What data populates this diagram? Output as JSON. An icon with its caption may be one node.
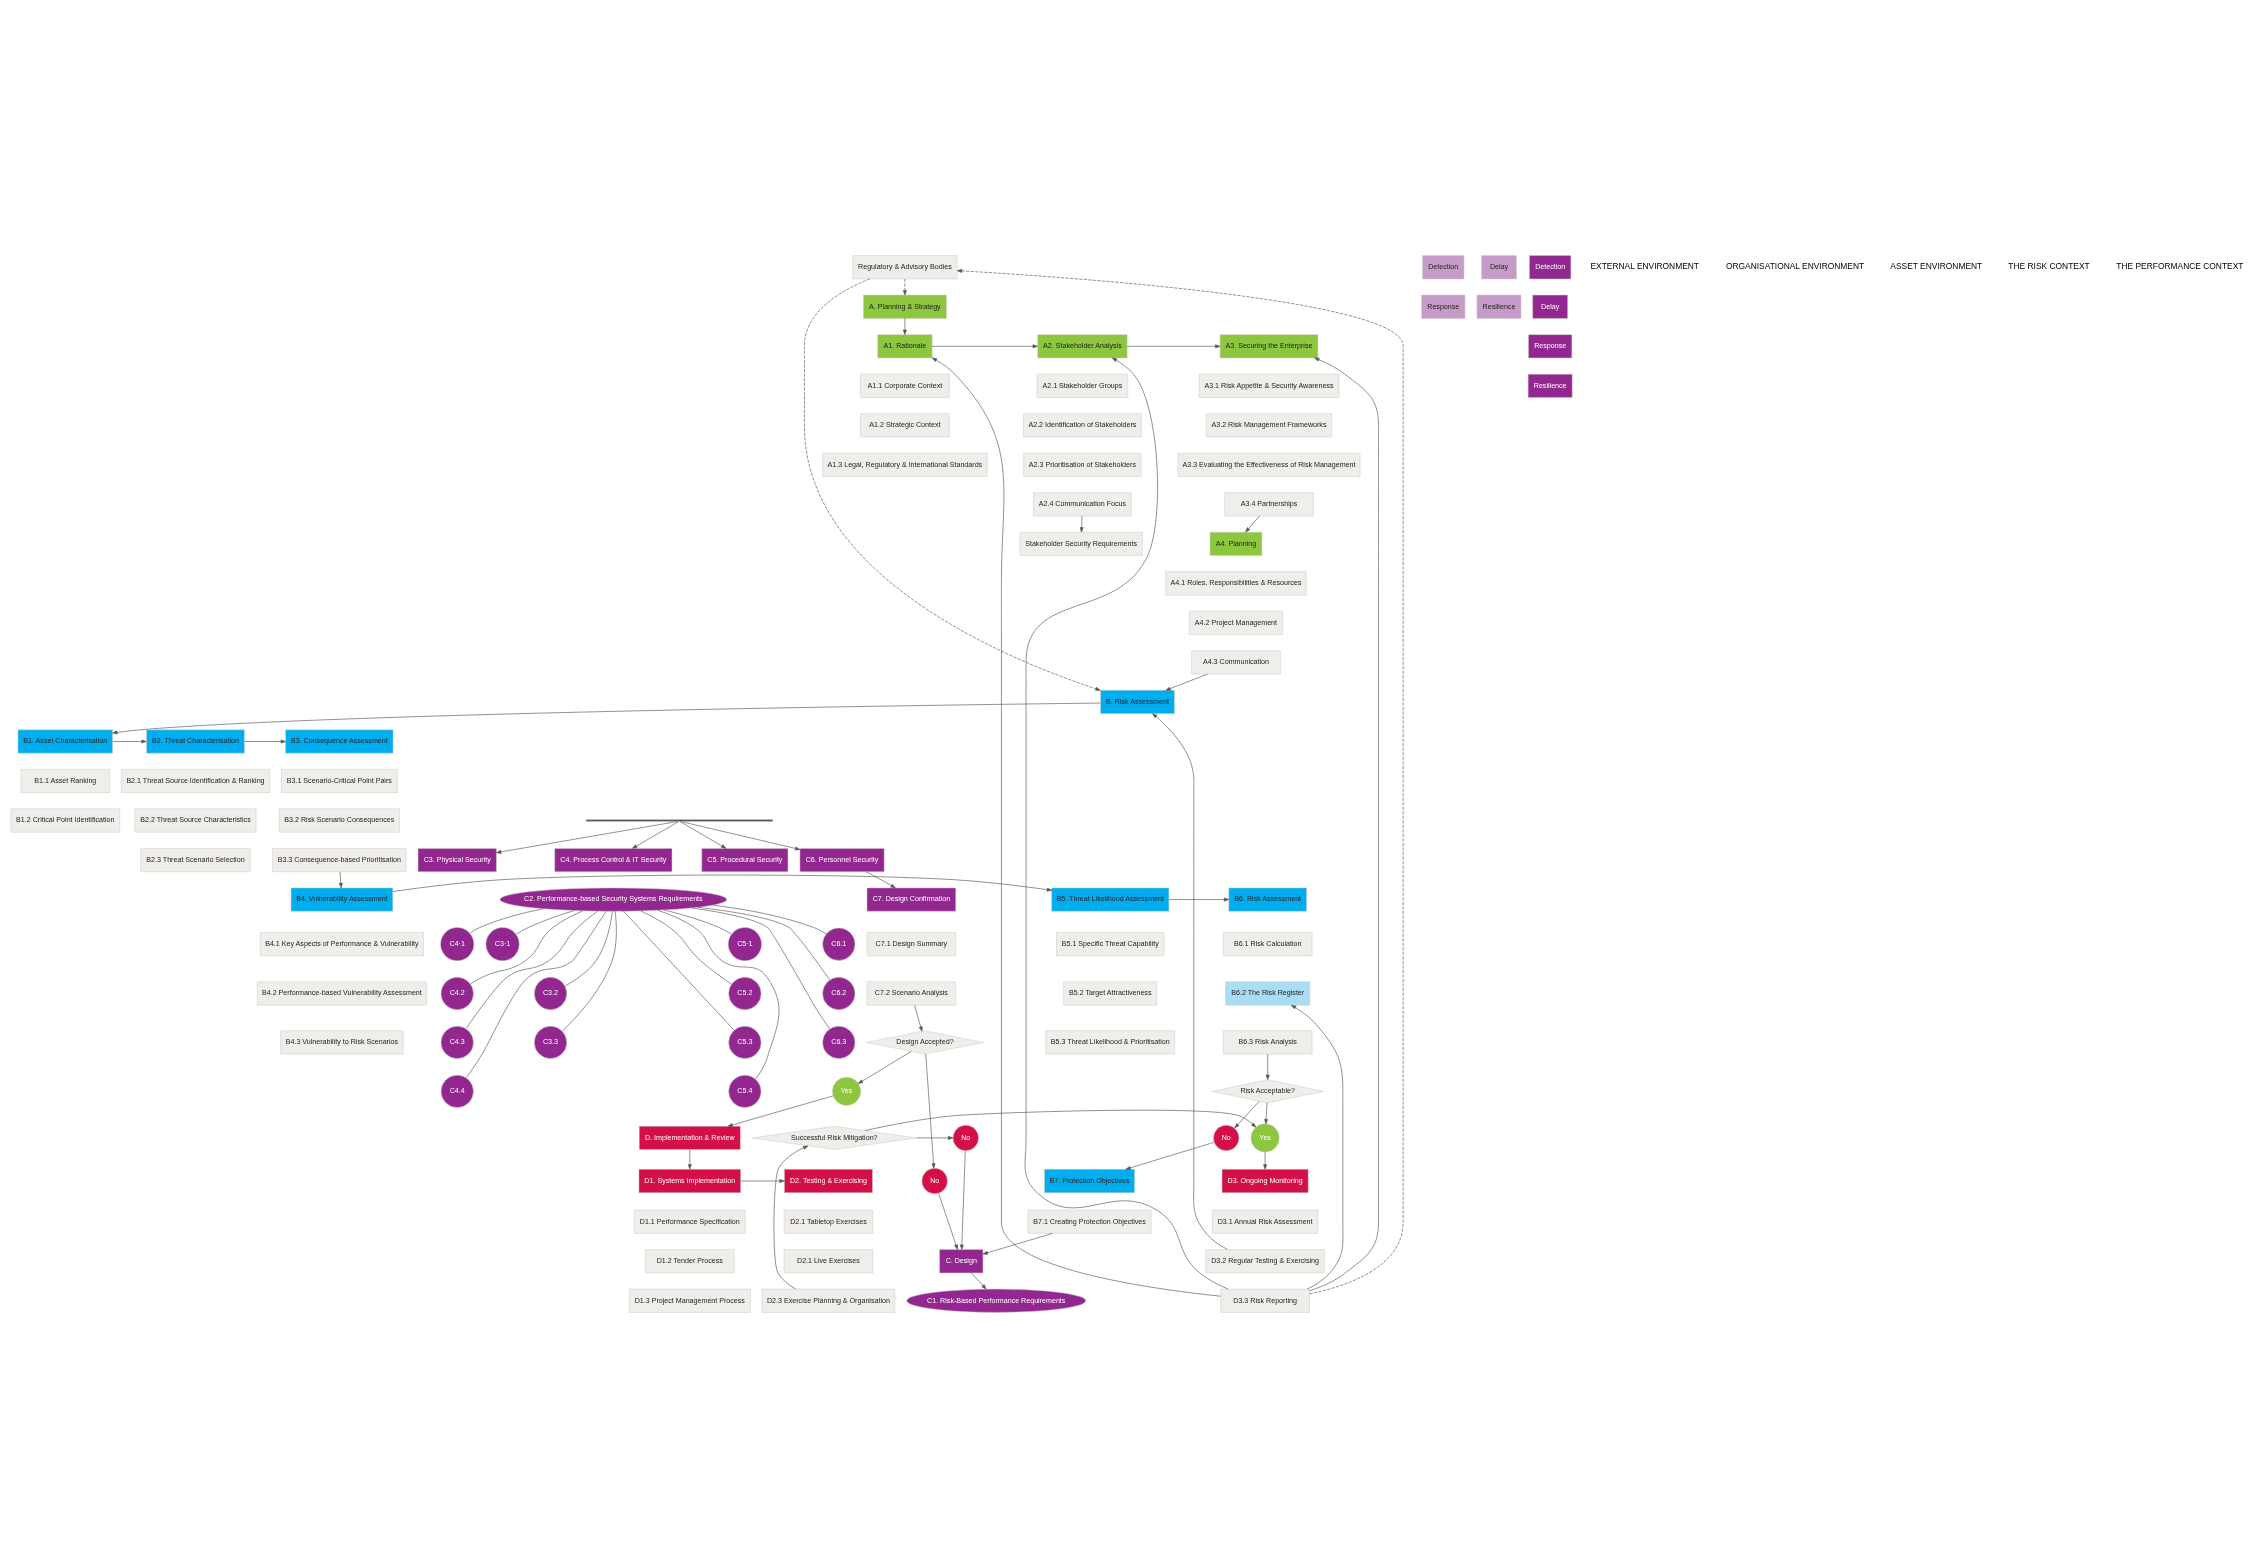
{
  "diagram": {
    "nodes": [
      {
        "text": [
          "Regulatory & Advisory Bodies"
        ]
      },
      {
        "text": [
          "A. Planning & Strategy"
        ]
      },
      {
        "text": [
          "A1. Rationale"
        ]
      },
      {
        "text": [
          "A1.1 Corporate Context"
        ]
      },
      {
        "text": [
          "A1.2 Strategic Context"
        ]
      },
      {
        "text": [
          "A1.3 Legal, Regulatory & International Standards"
        ]
      },
      {
        "text": [
          "A2. Stakeholder Analysis"
        ]
      },
      {
        "text": [
          "A2.1 Stakeholder Groups"
        ]
      },
      {
        "text": [
          "A2.2 Identification of Stakeholders"
        ]
      },
      {
        "text": [
          "A2.3 Prioritisation of Stakeholders"
        ]
      },
      {
        "text": [
          "A2.4 Communication Focus"
        ]
      },
      {
        "text": [
          "A3. Securing the Enterprise"
        ]
      },
      {
        "text": [
          "A3.1 Risk Appetite & Security Awareness"
        ]
      },
      {
        "text": [
          "A3.2 Risk Management Frameworks"
        ]
      },
      {
        "text": [
          "A3.3 Evaluating the Effectiveness of Risk Management"
        ]
      },
      {
        "text": [
          "A3.4 Partnerships"
        ]
      },
      {
        "text": [
          "A4. Planning"
        ]
      },
      {
        "text": [
          "A4.1 Roles, Responsibilities & Resources"
        ]
      },
      {
        "text": [
          "A4.2 Project Management"
        ]
      },
      {
        "text": [
          "A4.3 Communication"
        ]
      },
      {
        "text": [
          "B. Risk Assessment"
        ]
      },
      {
        "text": [
          "B1. Asset Characterisation"
        ]
      },
      {
        "text": [
          "B1.1 Asset Ranking"
        ]
      },
      {
        "text": [
          "B1.2 Critical Point Identification"
        ]
      },
      {
        "text": [
          "B2. Threat Characterisation"
        ]
      },
      {
        "text": [
          "B2.1 Threat Source Identification & Ranking"
        ]
      },
      {
        "text": [
          "B2.2 Threat Source Characteristics"
        ]
      },
      {
        "text": [
          "B2.3 Threat Scenario Selection"
        ]
      },
      {
        "text": [
          "B3. Consequence Assessment"
        ]
      },
      {
        "text": [
          "B3.1 Scenario-Critical Point Pairs"
        ]
      },
      {
        "text": [
          "B3.2 Risk Scenario Consequences"
        ]
      },
      {
        "text": [
          "B3.3 Consequence-based Prioritisation"
        ]
      },
      {
        "text": [
          "B4. Vulnerability Assessment"
        ]
      },
      {
        "text": [
          "B4.1 Key Aspects of Performance & Vulnerability"
        ]
      },
      {
        "text": [
          "B4.2 Performance-based Vulnerability Assessment"
        ]
      },
      {
        "text": [
          "B4.3 Vulnerability to Risk Scenarios"
        ]
      },
      {
        "text": [
          "B5. Threat Likelihood Assessment"
        ]
      },
      {
        "text": [
          "B5.1 Specific Threat Capability"
        ]
      },
      {
        "text": [
          "B5.2 Target Attractiveness"
        ]
      },
      {
        "text": [
          "B5.3 Threat Likelihood & Prioritisation"
        ]
      },
      {
        "text": [
          "B6. Risk Assessment"
        ]
      },
      {
        "text": [
          "B6.1 Risk Calculation"
        ]
      },
      {
        "text": [
          "B6.2 The Risk Register"
        ]
      },
      {
        "text": [
          "B6.3 Risk Analysis"
        ]
      },
      {
        "text": [
          "B7. Protection Objectives"
        ]
      },
      {
        "text": [
          "B7.1 Creating Protection Objectives"
        ]
      },
      {
        "text": [
          "Risk Acceptable?"
        ]
      },
      {
        "text": [
          "No"
        ]
      },
      {
        "text": [
          "Stakeholder Security Requirements"
        ]
      },
      {
        "text": [
          "D. Implementation & Review"
        ]
      },
      {
        "text": [
          "D1. Systems Implementation"
        ]
      },
      {
        "text": [
          "D1.1 Performance Specification"
        ]
      },
      {
        "text": [
          "D1.2 Tender Process"
        ]
      },
      {
        "text": [
          "D1.3 Project Management Process"
        ]
      },
      {
        "text": [
          "D2. Testing & Exercising"
        ]
      },
      {
        "text": [
          "D2.1 Tabletop Exercises"
        ]
      },
      {
        "text": [
          "D2.1 Live Exercises"
        ]
      },
      {
        "text": [
          "D2.3 Exercise Planning & Organisation"
        ]
      },
      {
        "text": [
          "D3. Ongoing Monitoring"
        ]
      },
      {
        "text": [
          "D3.1 Annual Risk Assessment"
        ]
      },
      {
        "text": [
          "D3.2 Regular Testing & Exercising"
        ]
      },
      {
        "text": [
          "D3.3 Risk Reporting"
        ]
      },
      {
        "text": [
          "Successful Risk Mitigation?"
        ]
      },
      {
        "text": [
          "Yes"
        ]
      },
      {
        "text": [
          "No"
        ]
      },
      {
        "text": [
          "C. Design"
        ]
      },
      {
        "text": [
          "C1. Risk-Based Performance Requirements"
        ]
      },
      {
        "text": [
          "Detection"
        ]
      },
      {
        "text": [
          "Delay"
        ]
      },
      {
        "text": [
          "Response"
        ]
      },
      {
        "text": [
          "Resilience"
        ]
      },
      {
        "text": [
          "C3. Physical Security"
        ]
      },
      {
        "text": [
          "C4. Process Control & IT Security"
        ]
      },
      {
        "text": [
          "C5. Procedural Security"
        ]
      },
      {
        "text": [
          "C6. Personnel Security"
        ]
      },
      {
        "text": [
          "Detection"
        ]
      },
      {
        "text": [
          "Delay"
        ]
      },
      {
        "text": [
          "Response"
        ]
      },
      {
        "text": [
          "Resilience"
        ]
      },
      {
        "text": [
          "C2. Performance-based Security Systems Requirements"
        ]
      },
      {
        "text": [
          "C3·1"
        ]
      },
      {
        "text": [
          "C4·1"
        ]
      },
      {
        "text": [
          "C5·1"
        ]
      },
      {
        "text": [
          "C6.1"
        ]
      },
      {
        "text": [
          "C3.2"
        ]
      },
      {
        "text": [
          "C4.2"
        ]
      },
      {
        "text": [
          "C5.2"
        ]
      },
      {
        "text": [
          "C6.2"
        ]
      },
      {
        "text": [
          "C3.3"
        ]
      },
      {
        "text": [
          "C4.3"
        ]
      },
      {
        "text": [
          "C5.3"
        ]
      },
      {
        "text": [
          "C6.3"
        ]
      },
      {
        "text": [
          "C4.4"
        ]
      },
      {
        "text": [
          "C5.4"
        ]
      },
      {
        "text": [
          "C7. Design Confirmation"
        ]
      },
      {
        "text": [
          "C7.1 Design Summary"
        ]
      },
      {
        "text": [
          "C7.2 Scenario Analysis"
        ]
      },
      {
        "text": [
          "Design Accepted?"
        ]
      },
      {
        "text": [
          "Yes"
        ]
      },
      {
        "text": [
          "No"
        ]
      },
      {
        "text": [],
        "shape": "bar"
      }
    ],
    "edges": [
      {
        "from": 61,
        "to": 0,
        "arrow": "to",
        "style": "dashed"
      },
      {
        "from": 0,
        "to": 1,
        "arrow": "to",
        "style": "dashed"
      },
      {
        "from": 0,
        "to": 20,
        "arrow": "to",
        "style": "dashed"
      },
      {
        "from": 1,
        "to": 2,
        "arrow": "to"
      },
      {
        "from": 2,
        "to": 6,
        "arrow": "to"
      },
      {
        "from": 6,
        "to": 11,
        "arrow": "to"
      },
      {
        "from": 61,
        "to": 2,
        "arrow": "to"
      },
      {
        "from": 61,
        "to": 6,
        "arrow": "to"
      },
      {
        "from": 61,
        "to": 11,
        "arrow": "to"
      },
      {
        "from": 15,
        "to": 16,
        "arrow": "to"
      },
      {
        "from": 10,
        "to": 48,
        "arrow": "to"
      },
      {
        "from": 19,
        "to": 20,
        "arrow": "to"
      },
      {
        "from": 60,
        "to": 20,
        "arrow": "to"
      },
      {
        "from": 61,
        "to": 42,
        "arrow": "to"
      },
      {
        "from": 20,
        "to": 21,
        "arrow": "to"
      },
      {
        "from": 21,
        "to": 24,
        "arrow": "to"
      },
      {
        "from": 24,
        "to": 28,
        "arrow": "to"
      },
      {
        "from": 31,
        "to": 32,
        "arrow": "to"
      },
      {
        "from": 32,
        "to": 36,
        "arrow": "to"
      },
      {
        "from": 36,
        "to": 40,
        "arrow": "to"
      },
      {
        "from": 43,
        "to": 46,
        "arrow": "to"
      },
      {
        "from": 46,
        "to": 47,
        "arrow": "to"
      },
      {
        "from": 47,
        "to": 44,
        "arrow": "to"
      },
      {
        "from": 46,
        "to": 63,
        "arrow": "to"
      },
      {
        "from": 45,
        "to": 65,
        "arrow": "to"
      },
      {
        "from": 49,
        "to": 50,
        "arrow": "to"
      },
      {
        "from": 50,
        "to": 54,
        "arrow": "to"
      },
      {
        "from": 57,
        "to": 62,
        "arrow": "to"
      },
      {
        "from": 62,
        "to": 63,
        "arrow": "to"
      },
      {
        "from": 62,
        "to": 64,
        "arrow": "to"
      },
      {
        "from": 63,
        "to": 58,
        "arrow": "to"
      },
      {
        "from": 64,
        "to": 65,
        "arrow": "to"
      },
      {
        "from": 65,
        "to": 66,
        "arrow": "to"
      },
      {
        "from": 100,
        "to": 71,
        "arrow": "to"
      },
      {
        "from": 100,
        "to": 72,
        "arrow": "to"
      },
      {
        "from": 100,
        "to": 73,
        "arrow": "to"
      },
      {
        "from": 100,
        "to": 74,
        "arrow": "to"
      },
      {
        "from": 74,
        "to": 94,
        "arrow": "to"
      },
      {
        "from": 96,
        "to": 97,
        "arrow": "to"
      },
      {
        "from": 97,
        "to": 98,
        "arrow": "to"
      },
      {
        "from": 97,
        "to": 99,
        "arrow": "to"
      },
      {
        "from": 98,
        "to": 49,
        "arrow": "to"
      },
      {
        "from": 99,
        "to": 65,
        "arrow": "to"
      },
      {
        "from": 79,
        "to": 80,
        "arrow": "none"
      },
      {
        "from": 79,
        "to": 81,
        "arrow": "none"
      },
      {
        "from": 79,
        "to": 82,
        "arrow": "none"
      },
      {
        "from": 79,
        "to": 83,
        "arrow": "none"
      },
      {
        "from": 79,
        "to": 84,
        "arrow": "none"
      },
      {
        "from": 79,
        "to": 85,
        "arrow": "none"
      },
      {
        "from": 79,
        "to": 86,
        "arrow": "none"
      },
      {
        "from": 79,
        "to": 87,
        "arrow": "none"
      },
      {
        "from": 79,
        "to": 88,
        "arrow": "none"
      },
      {
        "from": 79,
        "to": 89,
        "arrow": "none"
      },
      {
        "from": 79,
        "to": 90,
        "arrow": "none"
      },
      {
        "from": 79,
        "to": 91,
        "arrow": "none"
      },
      {
        "from": 79,
        "to": 92,
        "arrow": "none"
      },
      {
        "from": 79,
        "to": 93,
        "arrow": "none"
      }
    ],
    "labels": [
      "EXTERNAL ENVIRONMENT",
      "ORGANISATIONAL ENVIRONMENT",
      "ASSET ENVIRONMENT",
      "THE RISK CONTEXT",
      "THE PERFORMANCE CONTEXT"
    ]
  }
}
